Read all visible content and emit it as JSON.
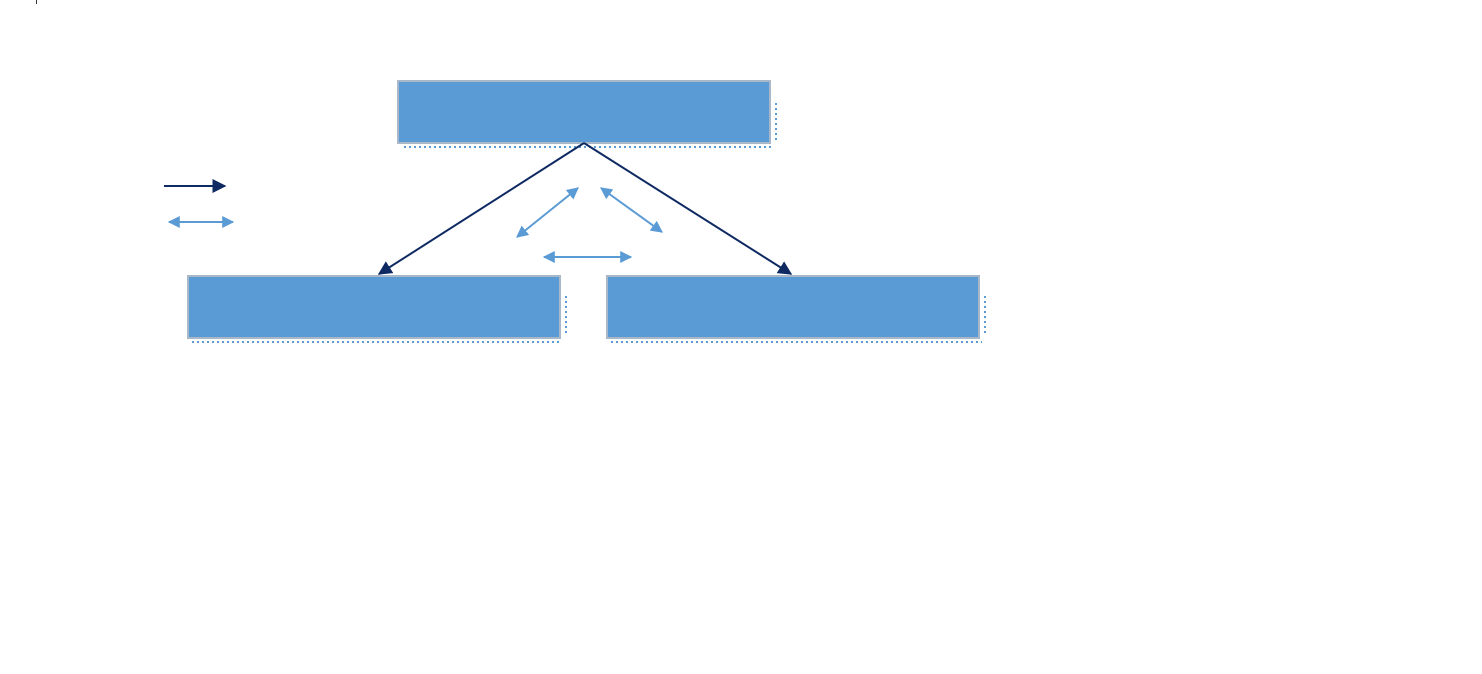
{
  "colors": {
    "box_fill": "#5b9bd5",
    "box_border": "#a9b8c8",
    "box_shadow_dots": "#5b9bd5",
    "solid_arrow": "#0f2a63",
    "double_arrow": "#5b9bd5",
    "background": "#ffffff"
  },
  "nodes": [
    {
      "id": "top-box",
      "label": ""
    },
    {
      "id": "left-box",
      "label": ""
    },
    {
      "id": "right-box",
      "label": ""
    }
  ],
  "edges": [
    {
      "from": "top-box",
      "to": "left-box",
      "style": "solid-arrow"
    },
    {
      "from": "top-box",
      "to": "right-box",
      "style": "solid-arrow"
    }
  ],
  "legend": [
    {
      "style": "solid-arrow",
      "label": ""
    },
    {
      "style": "double-arrow",
      "label": ""
    }
  ],
  "relations": [
    {
      "between": [
        "top-box",
        "left-box"
      ],
      "style": "double-arrow"
    },
    {
      "between": [
        "top-box",
        "right-box"
      ],
      "style": "double-arrow"
    },
    {
      "between": [
        "left-box",
        "right-box"
      ],
      "style": "double-arrow"
    }
  ]
}
